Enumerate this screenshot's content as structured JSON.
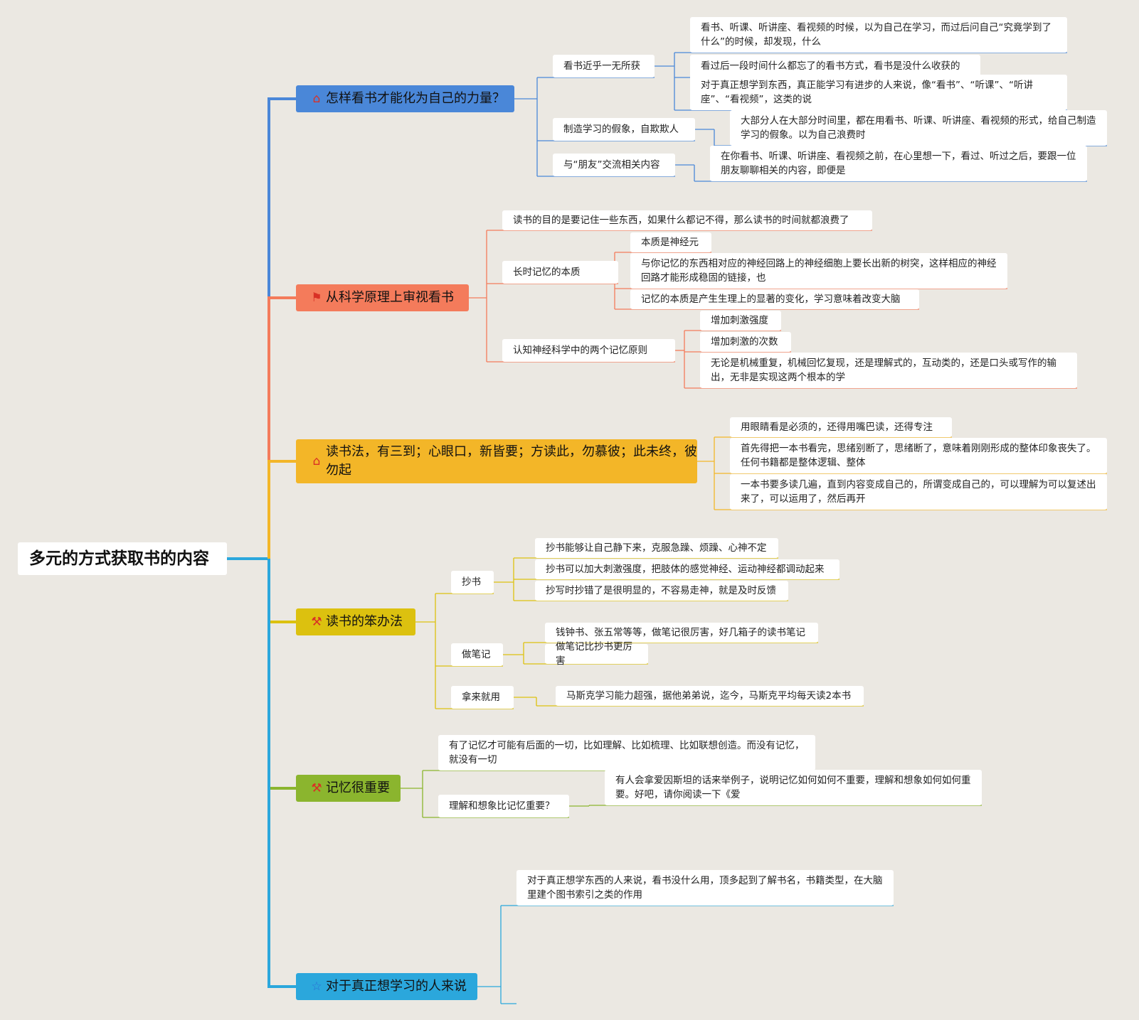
{
  "root": {
    "label": "多元的方式获取书的内容"
  },
  "branches": [
    {
      "label": "怎样看书才能化为自己的力量？",
      "icon": "house-icon",
      "glyph": "⌂",
      "color": "#4a87d8",
      "icon_color": "#d93025",
      "children": [
        {
          "label": "看书近乎一无所获",
          "children": [
            {
              "label": "看书、听课、听讲座、看视频的时候，以为自己在学习，而过后问自己“究竟学到了什么”的时候，却发现，什么"
            },
            {
              "label": "看过后一段时间什么都忘了的看书方式，看书是没什么收获的"
            },
            {
              "label": "对于真正想学到东西，真正能学习有进步的人来说，像“看书”、“听课”、“听讲座”、“看视频”，这类的说"
            }
          ]
        },
        {
          "label": "制造学习的假象，自欺欺人",
          "children": [
            {
              "label": "大部分人在大部分时间里，都在用看书、听课、听讲座、看视频的形式，给自己制造学习的假象。以为自己浪费时"
            }
          ]
        },
        {
          "label": "与“朋友”交流相关内容",
          "children": [
            {
              "label": "在你看书、听课、听讲座、看视频之前，在心里想一下，看过、听过之后，要跟一位朋友聊聊相关的内容，即便是"
            }
          ]
        }
      ]
    },
    {
      "label": "从科学原理上审视看书",
      "icon": "flag-icon",
      "glyph": "⚑",
      "color": "#f47b5b",
      "icon_color": "#d93025",
      "children": [
        {
          "label": "读书的目的是要记住一些东西，如果什么都记不得，那么读书的时间就都浪费了"
        },
        {
          "label": "长时记忆的本质",
          "children": [
            {
              "label": "本质是神经元"
            },
            {
              "label": "与你记忆的东西相对应的神经回路上的神经细胞上要长出新的树突，这样相应的神经回路才能形成稳固的链接，也"
            },
            {
              "label": "记忆的本质是产生生理上的显著的变化，学习意味着改变大脑"
            }
          ]
        },
        {
          "label": "认知神经科学中的两个记忆原则",
          "children": [
            {
              "label": "增加刺激强度"
            },
            {
              "label": "增加刺激的次数"
            },
            {
              "label": "无论是机械重复，机械回忆复现，还是理解式的，互动类的，还是口头或写作的输出，无非是实现这两个根本的学"
            }
          ]
        }
      ]
    },
    {
      "label": "读书法，有三到；心眼口，新皆要；方读此，勿慕彼；此未终，彼勿起",
      "icon": "house-icon",
      "glyph": "⌂",
      "color": "#f3b628",
      "icon_color": "#d93025",
      "children": [
        {
          "label": "用眼睛看是必须的，还得用嘴巴读，还得专注"
        },
        {
          "label": "首先得把一本书看完，思绪别断了，思绪断了，意味着刚刚形成的整体印象丧失了。任何书籍都是整体逻辑、整体"
        },
        {
          "label": "一本书要多读几遍，直到内容变成自己的，所谓变成自己的，可以理解为可以复述出来了，可以运用了，然后再开"
        }
      ]
    },
    {
      "label": "读书的笨办法",
      "icon": "tools-icon",
      "glyph": "⚒",
      "color": "#dcc10f",
      "icon_color": "#d93025",
      "children": [
        {
          "label": "抄书",
          "children": [
            {
              "label": "抄书能够让自己静下来，克服急躁、烦躁、心神不定"
            },
            {
              "label": "抄书可以加大刺激强度，把肢体的感觉神经、运动神经都调动起来"
            },
            {
              "label": "抄写时抄错了是很明显的，不容易走神，就是及时反馈"
            }
          ]
        },
        {
          "label": "做笔记",
          "children": [
            {
              "label": "钱钟书、张五常等等，做笔记很厉害，好几箱子的读书笔记"
            },
            {
              "label": "做笔记比抄书更厉害"
            }
          ]
        },
        {
          "label": "拿来就用",
          "children": [
            {
              "label": "马斯克学习能力超强，据他弟弟说，迄今，马斯克平均每天读2本书"
            }
          ]
        }
      ]
    },
    {
      "label": "记忆很重要",
      "icon": "tools-icon",
      "glyph": "⚒",
      "color": "#8bb52e",
      "icon_color": "#d93025",
      "children": [
        {
          "label": "有了记忆才可能有后面的一切，比如理解、比如梳理、比如联想创造。而没有记忆，就没有一切"
        },
        {
          "label": "理解和想象比记忆重要？",
          "children": [
            {
              "label": "有人会拿爱因斯坦的话来举例子，说明记忆如何如何不重要，理解和想象如何如何重要。好吧，请你阅读一下《爱"
            }
          ]
        }
      ]
    },
    {
      "label": "对于真正想学习的人来说",
      "icon": "star-icon",
      "glyph": "☆",
      "color": "#2ba7dc",
      "icon_color": "#2b6fd6",
      "children": [
        {
          "label": "对于真正想学东西的人来说，看书没什么用，顶多起到了解书名，书籍类型，在大脑里建个图书索引之类的作用"
        }
      ]
    }
  ]
}
